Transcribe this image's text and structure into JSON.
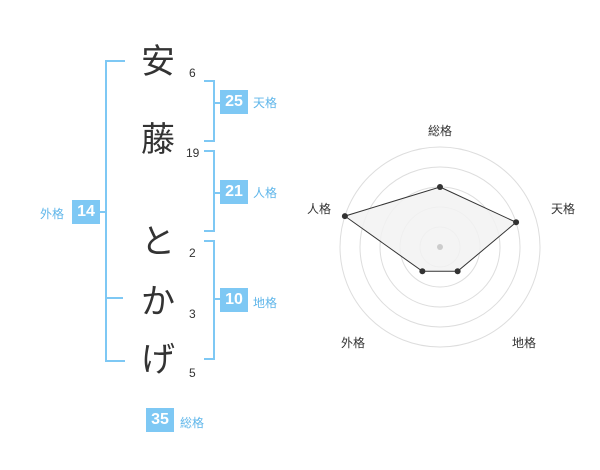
{
  "name": {
    "chars": [
      {
        "char": "安",
        "strokes": "6"
      },
      {
        "char": "藤",
        "strokes": "19"
      },
      {
        "char": "と",
        "strokes": "2"
      },
      {
        "char": "か",
        "strokes": "3"
      },
      {
        "char": "げ",
        "strokes": "5"
      }
    ]
  },
  "kaku": {
    "tenkaku": {
      "value": "25",
      "label": "天格"
    },
    "jinkaku": {
      "value": "21",
      "label": "人格"
    },
    "chikaku": {
      "value": "10",
      "label": "地格"
    },
    "gaikaku": {
      "value": "14",
      "label": "外格"
    },
    "soukaku": {
      "value": "35",
      "label": "総格"
    }
  },
  "colors": {
    "accent": "#7ec8f4",
    "label": "#5fb6ea",
    "text": "#333333",
    "radar_fill": "#f2f2f2",
    "radar_ring": "#dddddd"
  },
  "chart_data": {
    "type": "radar",
    "axes": [
      "総格",
      "天格",
      "地格",
      "外格",
      "人格"
    ],
    "values": [
      3,
      4,
      1.5,
      1.5,
      5
    ],
    "rmax": 5,
    "rings": 5,
    "grid": true
  }
}
